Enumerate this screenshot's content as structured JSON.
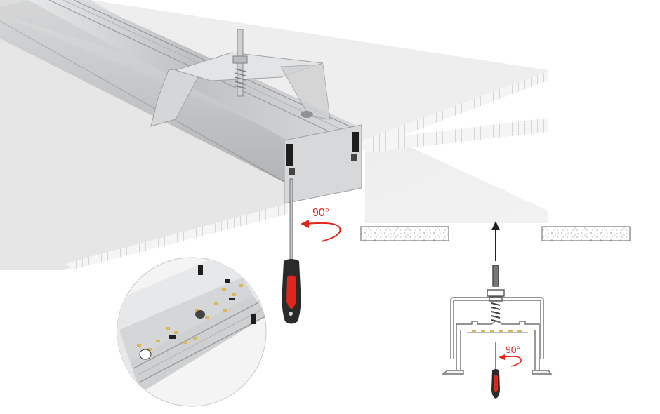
{
  "illustration": {
    "subject": "Recessed LED linear profile installation into ceiling board",
    "main_view": {
      "rotation_label": "90°",
      "rotation_direction": "counter-clockwise",
      "tool": "screwdriver"
    },
    "detail_inset": {
      "shape": "circle",
      "content": "LED strip PCB inside aluminium profile"
    },
    "cross_section": {
      "rotation_label": "90°",
      "rotation_direction": "counter-clockwise",
      "arrow_direction": "up",
      "tool": "screwdriver"
    }
  },
  "colors": {
    "background": "#ffffff",
    "ceiling_top": "#e9e9e9",
    "ceiling_edge": "#f4f4f4",
    "aluminium": "#c8cacc",
    "aluminium_dark": "#8c8f92",
    "accent_red": "#e0251b",
    "handle_black": "#2a2a2a",
    "led_yellow": "#d9b75a",
    "line_dark": "#333333"
  }
}
